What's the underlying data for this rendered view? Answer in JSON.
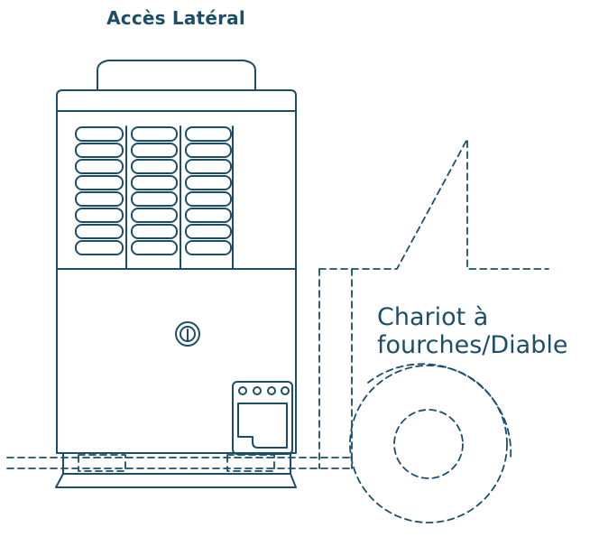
{
  "diagram": {
    "title": "Accès Latéral",
    "label_line1": "Chariot à",
    "label_line2": "fourches/Diable",
    "colors": {
      "stroke": "#1d4e69",
      "background": "#ffffff"
    },
    "icons": [
      "hvac-unit",
      "vent-grille",
      "lock-icon",
      "forklift-outline",
      "wheel"
    ]
  }
}
